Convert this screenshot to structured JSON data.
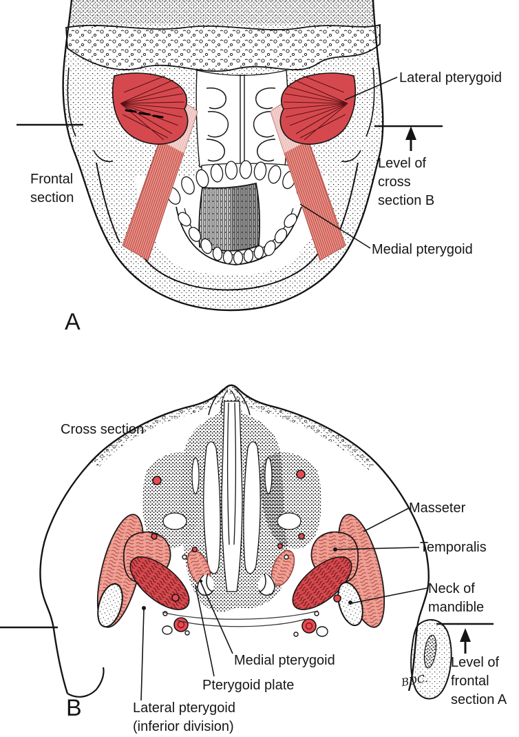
{
  "figure_a": {
    "letter": "A",
    "labels": {
      "lateral_pterygoid": "Lateral pterygoid",
      "level_line": "Level of\ncross\nsection B",
      "frontal_section": "Frontal\nsection",
      "medial_pterygoid": "Medial pterygoid"
    }
  },
  "figure_b": {
    "letter": "B",
    "title": "Cross section",
    "labels": {
      "masseter": "Masseter",
      "temporalis": "Temporalis",
      "neck_of_mandible": "Neck of\nmandible",
      "medial_pterygoid": "Medial pterygoid",
      "pterygoid_plate": "Pterygoid plate",
      "lateral_pterygoid": "Lateral pterygoid\n(inferior division)",
      "level_line": "Level of\nfrontal\nsection A"
    },
    "signature": "BDC."
  },
  "colors": {
    "ink": "#161616",
    "muscle_dark_red": "#d5494e",
    "muscle_pink": "#efa095",
    "fiber_dark": "#5c1114",
    "fiber_pink": "#c4544e",
    "vessel_red": "#e84a52"
  }
}
